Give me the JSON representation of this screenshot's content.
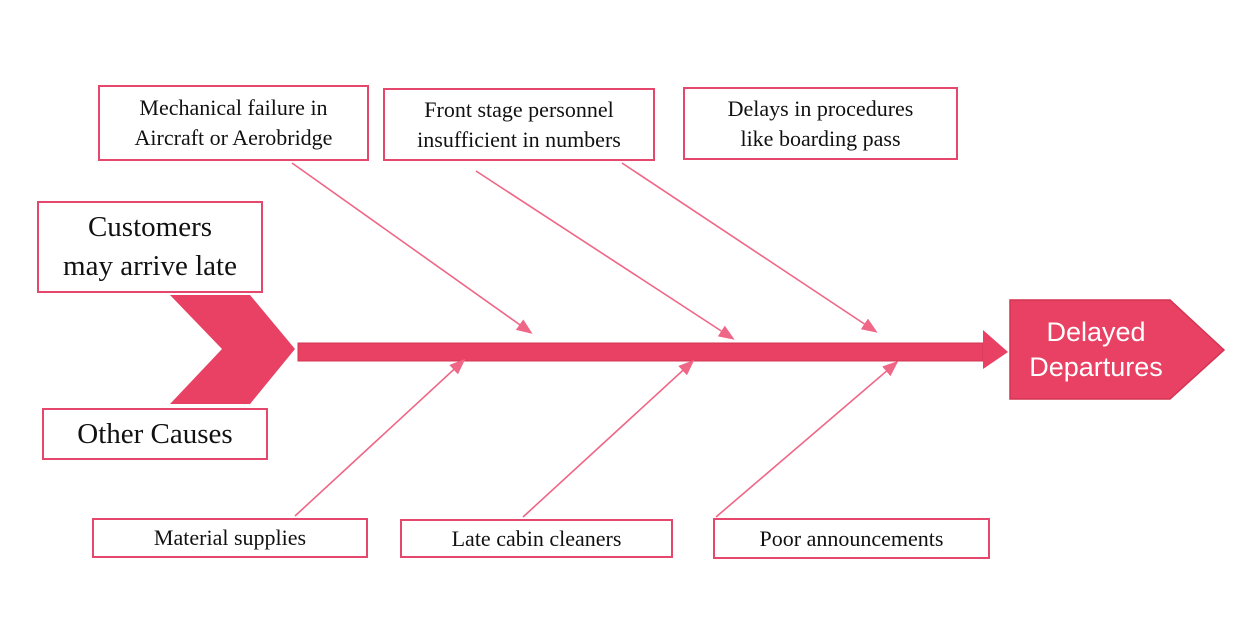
{
  "diagram_type": "fishbone-cause-effect",
  "colors": {
    "accent": "#E84163",
    "accent_dark": "#D23552",
    "box_border": "#E5486C",
    "connector": "#EF6686",
    "box_text": "#111111",
    "effect_text": "#FFFFFF"
  },
  "effect": {
    "lines": [
      "Delayed",
      "Departures"
    ]
  },
  "left_causes": [
    {
      "lines": [
        "Customers",
        "may arrive late"
      ]
    },
    {
      "lines": [
        "Other Causes"
      ]
    }
  ],
  "top_causes": [
    {
      "lines": [
        "Mechanical failure in",
        "Aircraft or Aerobridge"
      ]
    },
    {
      "lines": [
        "Front stage personnel",
        "insufficient in numbers"
      ]
    },
    {
      "lines": [
        "Delays in procedures",
        "like boarding pass"
      ]
    }
  ],
  "bottom_causes": [
    {
      "lines": [
        "Material supplies"
      ]
    },
    {
      "lines": [
        "Late cabin cleaners"
      ]
    },
    {
      "lines": [
        "Poor announcements"
      ]
    }
  ]
}
